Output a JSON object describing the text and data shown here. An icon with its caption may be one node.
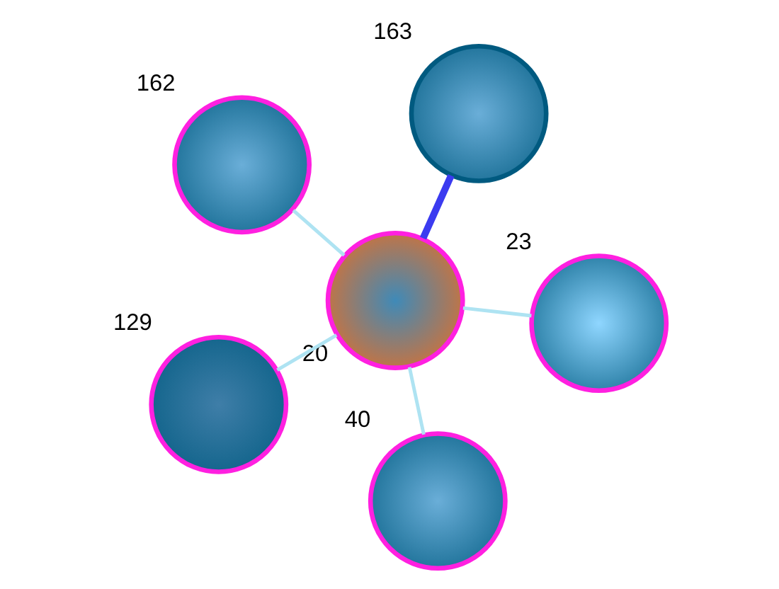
{
  "diagram": {
    "nodes": [
      {
        "text": [],
        "shape": "circle",
        "beside": [
          "162"
        ]
      },
      {
        "text": [],
        "shape": "circle",
        "beside": [
          "23"
        ]
      },
      {
        "text": [],
        "shape": "circle",
        "beside": [
          "40"
        ]
      },
      {
        "text": [],
        "shape": "circle",
        "beside": [
          "20"
        ]
      },
      {
        "text": [],
        "shape": "circle",
        "beside": [
          "163"
        ]
      },
      {
        "text": [],
        "shape": "circle",
        "beside": [
          "129"
        ]
      }
    ],
    "edges": [
      {
        "from": 3,
        "to": 0,
        "arrow": "none"
      },
      {
        "from": 3,
        "to": 1,
        "arrow": "none"
      },
      {
        "from": 3,
        "to": 2,
        "arrow": "none"
      },
      {
        "from": 3,
        "to": 4,
        "arrow": "none",
        "style": "thick",
        "color": "#3b3bf0"
      },
      {
        "from": 3,
        "to": 5,
        "arrow": "none"
      }
    ]
  }
}
